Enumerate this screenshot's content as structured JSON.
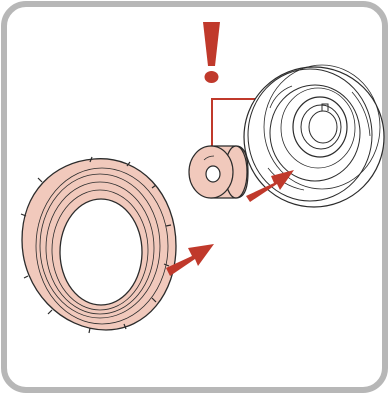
{
  "illustration": {
    "frame_color": "#b7b7b7",
    "warning_color": "#c0392b",
    "arrow_color": "#c0392b",
    "part_fill_color": "#f1c9bc",
    "line_color": "#2b2b2b",
    "icons": [
      "warning-exclamation-icon",
      "arrow-icon"
    ],
    "parts": [
      "seal-ring",
      "bushing",
      "hub-flange"
    ]
  }
}
